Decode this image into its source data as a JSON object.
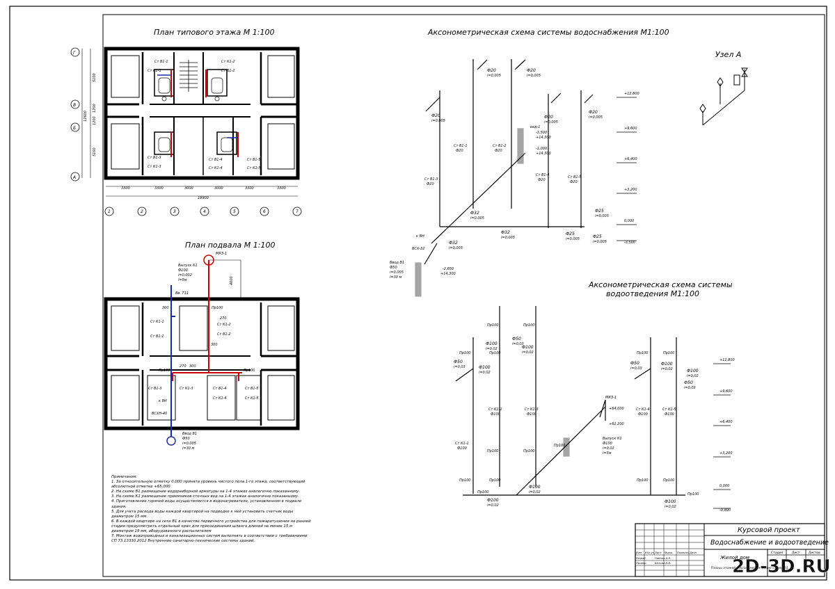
{
  "titles": {
    "floor_plan": "План типового этажа М 1:100",
    "basement_plan": "План подвала М 1:100",
    "water_axon": "Аксонометрическая схема системы водоснабжения М1:100",
    "sewer_axon_1": "Аксонометрическая схема системы",
    "sewer_axon_2": "водоотведения  М1:100",
    "node": "Узел А"
  },
  "axes": {
    "rows": [
      "Г",
      "В",
      "Б",
      "А"
    ],
    "cols": [
      "1",
      "2",
      "3",
      "4",
      "5",
      "6",
      "7"
    ],
    "spans": [
      "3300",
      "3300",
      "3000",
      "3000",
      "3300",
      "3300"
    ],
    "total": "18900",
    "vertical_dims": [
      "5100",
      "1200",
      "1200",
      "5100"
    ],
    "vertical_total": "12600"
  },
  "floor_risers": [
    "Ст В1-1",
    "Ст К1-1",
    "Ст К1-2",
    "Ст В1-2",
    "Ст В1-3",
    "Ст К1-3",
    "Ст В1-4",
    "Ст К1-4",
    "Ст В1-5",
    "Ст К1-5"
  ],
  "basement": {
    "well": "МКЗ-1",
    "outlet": [
      "Выпуск К1",
      "Ф100",
      "i=0,002",
      "l=5м"
    ],
    "dim_4000": "4000",
    "vv": "Вв. Т11",
    "pr": [
      "Пр100",
      "Пр100",
      "Пр100"
    ],
    "risers": [
      "Ст К1-1",
      "Ст В1-1",
      "Ст К1-2",
      "Ст В1-2",
      "Ст В1-3",
      "Ст К1-3",
      "Ст В1-4",
      "Ст К1-4",
      "Ст В1-5",
      "Ст К1-5"
    ],
    "dims": [
      "300",
      "270",
      "300",
      "270",
      "300"
    ],
    "k_label": "к ВН",
    "meter": "ВСХН-40",
    "inlet": [
      "Ввод В1",
      "Ф50",
      "i=0,005",
      "l=30 м"
    ]
  },
  "water": {
    "pipes": [
      "Ф20",
      "i=0,005",
      "Ф20",
      "i=0,005",
      "Ф20",
      "i=0,005",
      "Ф20",
      "i=0,005",
      "Ф20",
      "i=0,005",
      "Ф32",
      "i=0,005",
      "Ф32",
      "i=0,005",
      "Ф32",
      "i=0,005",
      "Ф25",
      "i=0,005",
      "Ф25",
      "i=0,005",
      "Ф25",
      "i=0,005"
    ],
    "risers": [
      "Ст В1-1",
      "Ф20",
      "Ст В1-2",
      "Ф20",
      "Ст В1-3",
      "Ф20",
      "Ст В1-4",
      "Ф20",
      "Ст В1-5",
      "Ф20"
    ],
    "inlet": [
      "Ввод В1",
      "Ф50",
      "i=0,005",
      "l=30 м"
    ],
    "misc": [
      "к ВН",
      "ВСХ-32",
      "-2,650",
      "+14,300",
      "-3,500",
      "+14,300",
      "-1,000",
      "+14,300",
      "вод-1"
    ],
    "levels": [
      "+12,800",
      "+9,600",
      "+6,400",
      "+3,200",
      "0,000",
      "-3,500"
    ]
  },
  "sewer": {
    "labels": [
      "Ф50",
      "i=0,03",
      "Ф50",
      "i=0,03",
      "Ф50",
      "i=0,03",
      "Ф50",
      "i=0,03",
      "Ф100",
      "i=0,02",
      "Ф100",
      "i=0,02",
      "Ф100",
      "i=0,02",
      "Ф100",
      "i=0,02",
      "Ф100",
      "i=0,02",
      "Ф100",
      "i=0,02",
      "Ф100",
      "i=0,02",
      "Ф100",
      "i=0,02"
    ],
    "risers": [
      "Ст К1-1",
      "Ф100",
      "Ст К1-2",
      "Ф100",
      "Ст К1-3",
      "Ф100",
      "Ст К1-4",
      "Ф100",
      "Ст К1-5",
      "Ф100"
    ],
    "outlet": [
      "МКЗ-1",
      "+64,000",
      "+62,200",
      "Выпуск К1",
      "Ф100",
      "i=0,02",
      "l=5м"
    ],
    "misc": [
      "Пр100",
      "Пр100",
      "Пр100",
      "Пр100",
      "Пр100",
      "Пр100",
      "Пр100",
      "Пр100",
      "Пр100",
      "Пр100",
      "Пр100",
      "Пр100",
      "Пр100",
      "Пр100",
      "Пр100"
    ],
    "levels": [
      "+12,800",
      "+9,600",
      "+6,400",
      "+3,200",
      "0,000",
      "-0,800"
    ]
  },
  "notes": {
    "heading": "Примечания:",
    "items": [
      "1. За относительную отметку 0,000 принята уровень чистого пола 1-го этажа, соответствующий абсолютной отметке +65,000",
      "2. На схеме В1 размещение водоразборной арматуры на  1-4  этажах аналогично показанному.",
      "3. На схеме К1 размещение приемников сточных вод на 1-4 этажах аналогично показанному.",
      "4. Приготовление горячей воды осуществляется в водонагревателе, установленном в подвале здания.",
      "5. Для учета расхода воды каждой квартирой на подводке к ней установить счетчик воды диаметром 15 мм.",
      "6. В каждой квартире на сети В1 в качестве первичного устройства для пожаротушения на ранней стадии предусмотреть отдельный кран для присоединения шланга длиной не менее 15 м диаметром 19 мм, оборудованного распылителем",
      "7. Монтаж водопроводных и канализационных систем выполнять в соответствии с требованиями СП 73.13330.2012 Внутренние санитарно-технические системы зданий."
    ]
  },
  "stamp": {
    "project": "Курсовой проект",
    "subject": "Водоснабжение и водоотведение",
    "building": "Жилой дом",
    "sheet_title": "Планы этажей. Аксонометрические схемы В1, К1",
    "headers": [
      "Изм.",
      "Кол.уч",
      "Лист",
      "№док.",
      "Подпись",
      "Дата"
    ],
    "roles": [
      "Разраб.",
      "Провер."
    ],
    "names": [
      "Павлов А.Л.",
      "Белова Н.В."
    ],
    "right_headers": [
      "Стадия",
      "Лист",
      "Листов"
    ]
  },
  "watermark": "2D-3D.RU"
}
